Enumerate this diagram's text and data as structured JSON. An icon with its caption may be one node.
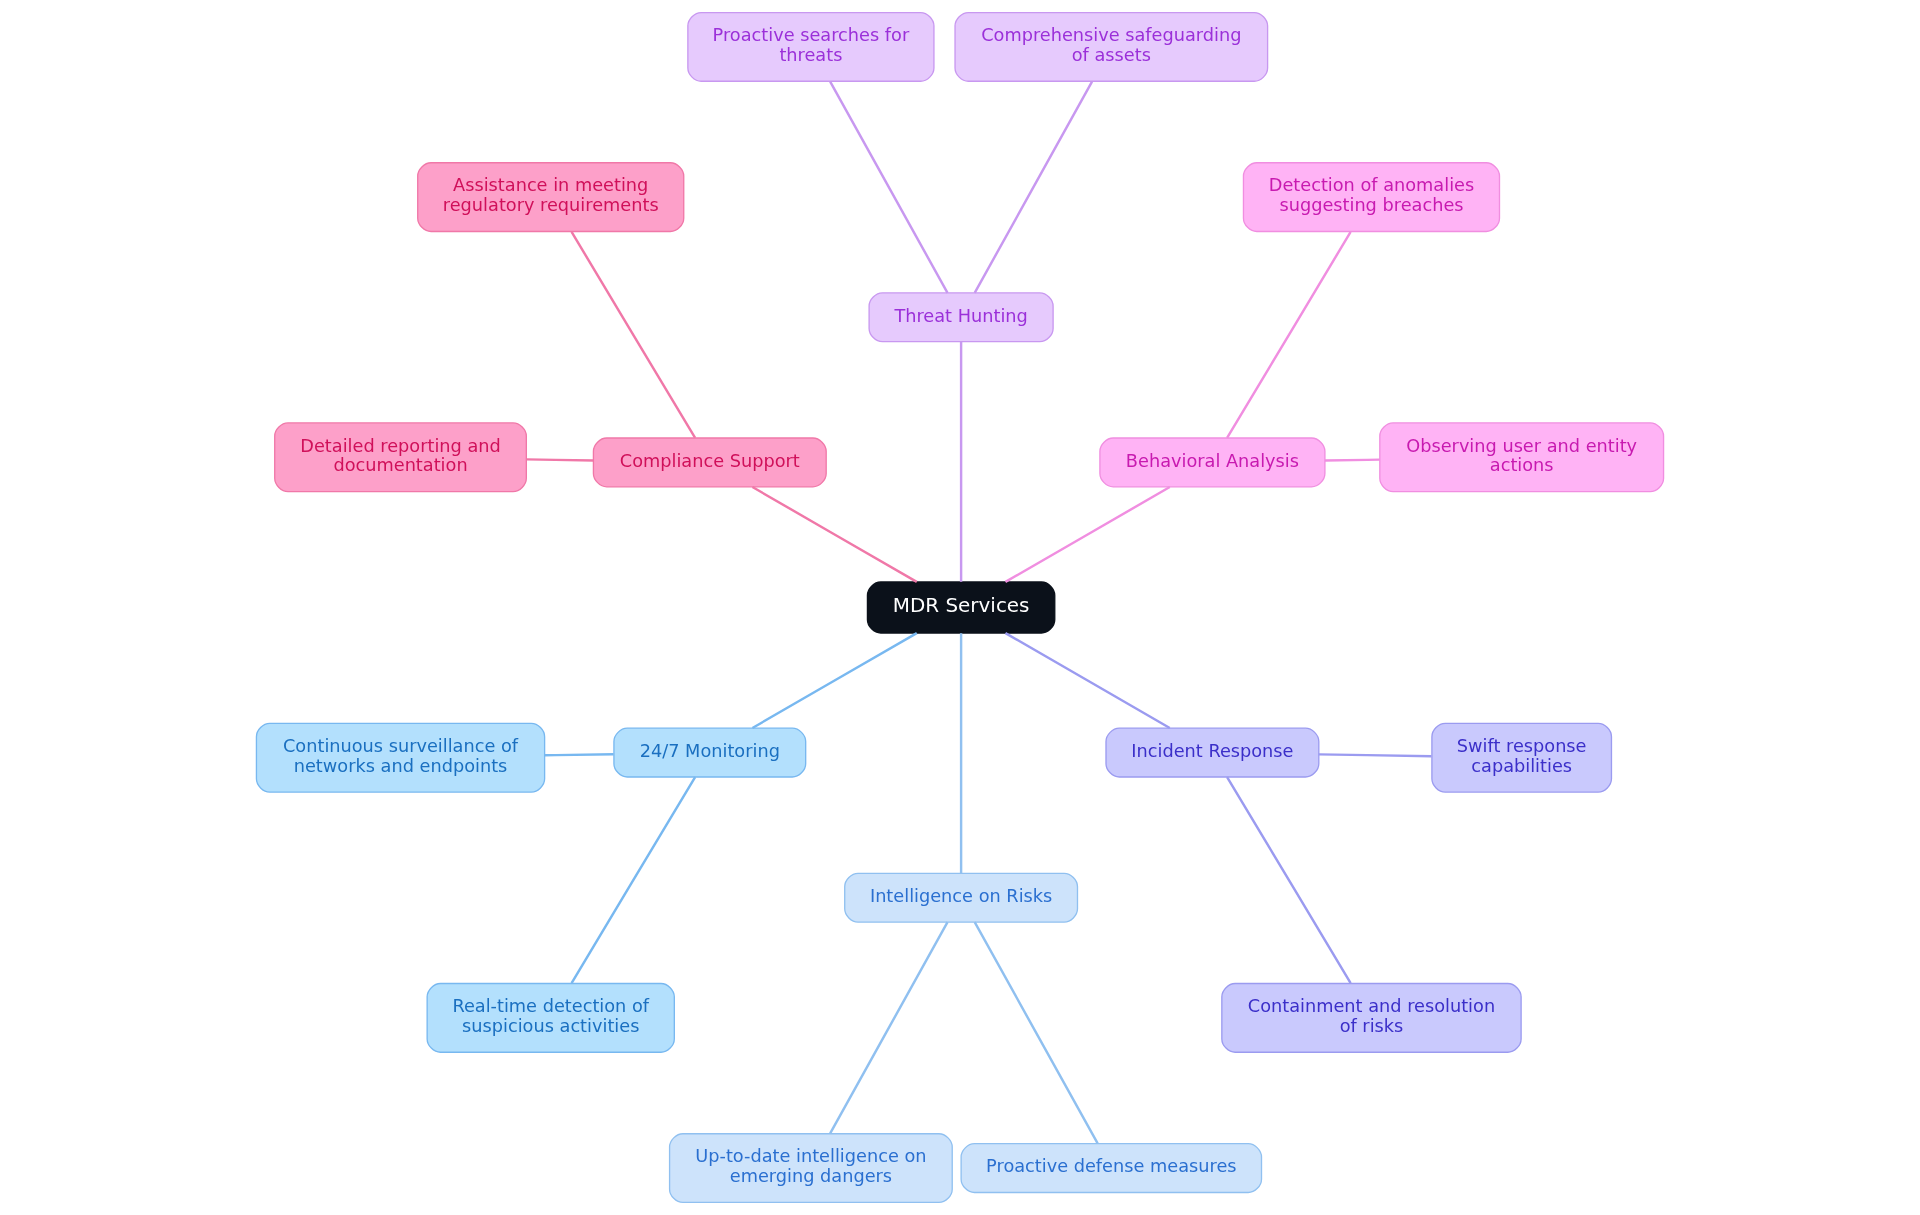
{
  "diagram": {
    "nodes": [
      {
        "text": [
          "MDR Services"
        ]
      },
      {
        "text": [
          "Behavioral Analysis"
        ]
      },
      {
        "text": [
          "Observing user and entity actions"
        ]
      },
      {
        "text": [
          "Detection of anomalies suggesting breaches"
        ]
      },
      {
        "text": [
          "Threat Hunting"
        ]
      },
      {
        "text": [
          "Comprehensive safeguarding of assets"
        ]
      },
      {
        "text": [
          "Proactive searches for threats"
        ]
      },
      {
        "text": [
          "Compliance Support"
        ]
      },
      {
        "text": [
          "Assistance in meeting regulatory requirements"
        ]
      },
      {
        "text": [
          "Detailed reporting and documentation"
        ]
      },
      {
        "text": [
          "24/7 Monitoring"
        ]
      },
      {
        "text": [
          "Continuous surveillance of networks and endpoints"
        ]
      },
      {
        "text": [
          "Real-time detection of suspicious activities"
        ]
      },
      {
        "text": [
          "Intelligence on Risks"
        ]
      },
      {
        "text": [
          "Up-to-date intelligence on emerging dangers"
        ]
      },
      {
        "text": [
          "Proactive defense measures"
        ]
      },
      {
        "text": [
          "Incident Response"
        ]
      },
      {
        "text": [
          "Containment and resolution of risks"
        ]
      },
      {
        "text": [
          "Swift response capabilities"
        ]
      }
    ],
    "edges": [
      {
        "from": 0,
        "to": 1,
        "arrow": "none",
        "color": "#f08ee0"
      },
      {
        "from": 1,
        "to": 2,
        "arrow": "none",
        "color": "#f08ee0"
      },
      {
        "from": 1,
        "to": 3,
        "arrow": "none",
        "color": "#f08ee0"
      },
      {
        "from": 0,
        "to": 4,
        "arrow": "none",
        "color": "#c898f0"
      },
      {
        "from": 4,
        "to": 5,
        "arrow": "none",
        "color": "#c898f0"
      },
      {
        "from": 4,
        "to": 6,
        "arrow": "none",
        "color": "#c898f0"
      },
      {
        "from": 0,
        "to": 7,
        "arrow": "none",
        "color": "#f078a8"
      },
      {
        "from": 7,
        "to": 8,
        "arrow": "none",
        "color": "#f078a8"
      },
      {
        "from": 7,
        "to": 9,
        "arrow": "none",
        "color": "#f078a8"
      },
      {
        "from": 0,
        "to": 10,
        "arrow": "none",
        "color": "#78b8f0"
      },
      {
        "from": 10,
        "to": 11,
        "arrow": "none",
        "color": "#78b8f0"
      },
      {
        "from": 10,
        "to": 12,
        "arrow": "none",
        "color": "#78b8f0"
      },
      {
        "from": 0,
        "to": 13,
        "arrow": "none",
        "color": "#90c0f0"
      },
      {
        "from": 13,
        "to": 14,
        "arrow": "none",
        "color": "#90c0f0"
      },
      {
        "from": 13,
        "to": 15,
        "arrow": "none",
        "color": "#90c0f0"
      },
      {
        "from": 0,
        "to": 16,
        "arrow": "none",
        "color": "#9b9bf0"
      },
      {
        "from": 16,
        "to": 17,
        "arrow": "none",
        "color": "#9b9bf0"
      },
      {
        "from": 16,
        "to": 18,
        "arrow": "none",
        "color": "#9b9bf0"
      }
    ]
  }
}
